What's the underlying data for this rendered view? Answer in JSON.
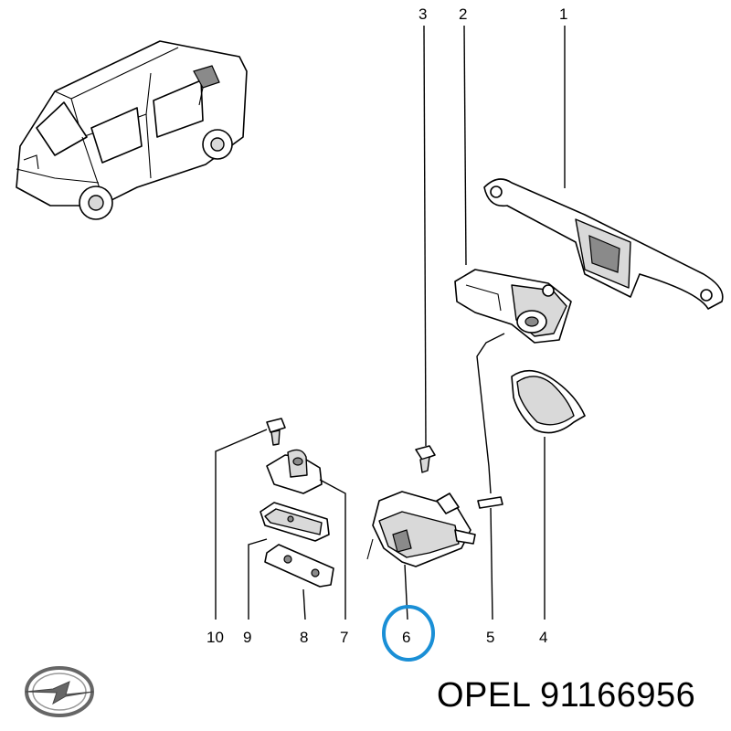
{
  "callouts": [
    {
      "id": "1",
      "label": "1"
    },
    {
      "id": "2",
      "label": "2"
    },
    {
      "id": "3",
      "label": "3"
    },
    {
      "id": "4",
      "label": "4"
    },
    {
      "id": "5",
      "label": "5"
    },
    {
      "id": "6",
      "label": "6"
    },
    {
      "id": "7",
      "label": "7"
    },
    {
      "id": "8",
      "label": "8"
    },
    {
      "id": "9",
      "label": "9"
    },
    {
      "id": "10",
      "label": "10"
    }
  ],
  "highlight_callout": "6",
  "highlight_color": "#1a8fd6",
  "brand_logo": "opel-logo-icon",
  "part_number_text": "OPEL 91166956"
}
